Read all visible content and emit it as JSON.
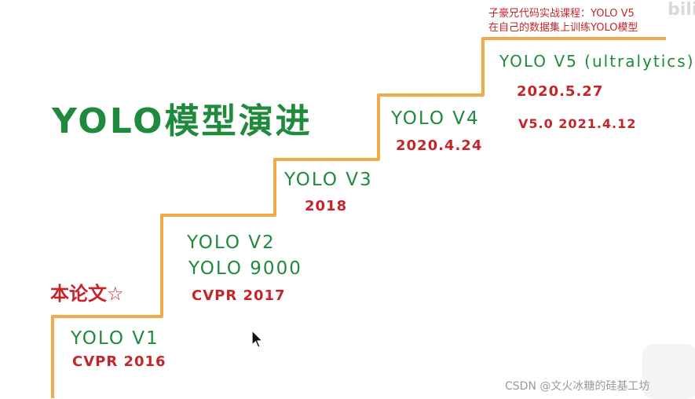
{
  "title": "YOLO模型演进",
  "top_note": {
    "line1": "子豪兄代码实战课程：YOLO V5",
    "line2": "在自己的数据集上训练YOLO模型"
  },
  "this_paper": "本论文☆",
  "steps": [
    {
      "version": "YOLO V1",
      "detail": "CVPR 2016"
    },
    {
      "version": "YOLO V2",
      "version2": "YOLO 9000",
      "detail": "CVPR 2017"
    },
    {
      "version": "YOLO V3",
      "detail": "2018"
    },
    {
      "version": "YOLO V4",
      "detail": "2020.4.24"
    },
    {
      "version": "YOLO V5 (ultralytics)",
      "detail": "2020.5.27",
      "detail2": "V5.0  2021.4.12"
    }
  ],
  "watermark": "CSDN @文火冰糖的硅基工坊",
  "corner_logo": "bili",
  "colors": {
    "stairs": "#f2a94a",
    "green": "#1f8a3c",
    "red": "#c4252b"
  }
}
